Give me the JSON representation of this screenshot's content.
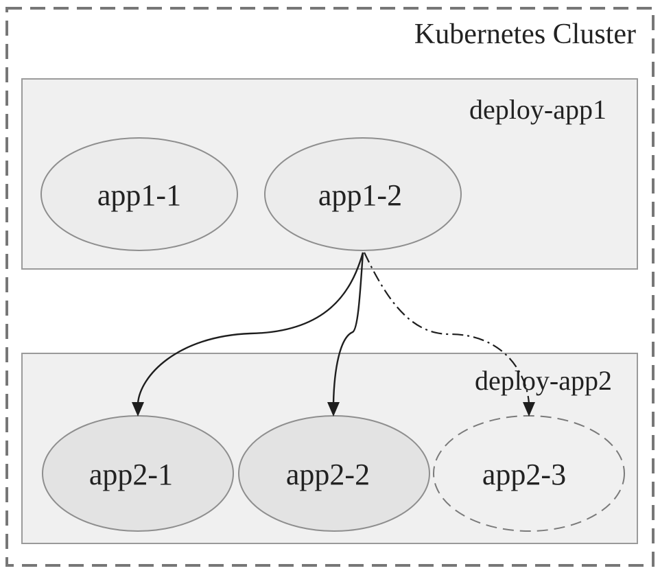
{
  "cluster": {
    "title": "Kubernetes Cluster"
  },
  "deployments": [
    {
      "label": "deploy-app1",
      "nodes": [
        {
          "label": "app1-1",
          "status": "running"
        },
        {
          "label": "app1-2",
          "status": "running"
        }
      ]
    },
    {
      "label": "deploy-app2",
      "nodes": [
        {
          "label": "app2-1",
          "status": "running"
        },
        {
          "label": "app2-2",
          "status": "running"
        },
        {
          "label": "app2-3",
          "status": "pending"
        }
      ]
    }
  ],
  "edges": [
    {
      "from": "app1-2",
      "to": "app2-1",
      "style": "solid"
    },
    {
      "from": "app1-2",
      "to": "app2-2",
      "style": "solid"
    },
    {
      "from": "app1-2",
      "to": "app2-3",
      "style": "dash-dot"
    }
  ],
  "colors": {
    "border": "#777777",
    "box_fill": "#f0f0f0",
    "node_fill": "#ececec",
    "node_fill_app2": "#e3e3e3",
    "edge": "#1e1e1e"
  }
}
